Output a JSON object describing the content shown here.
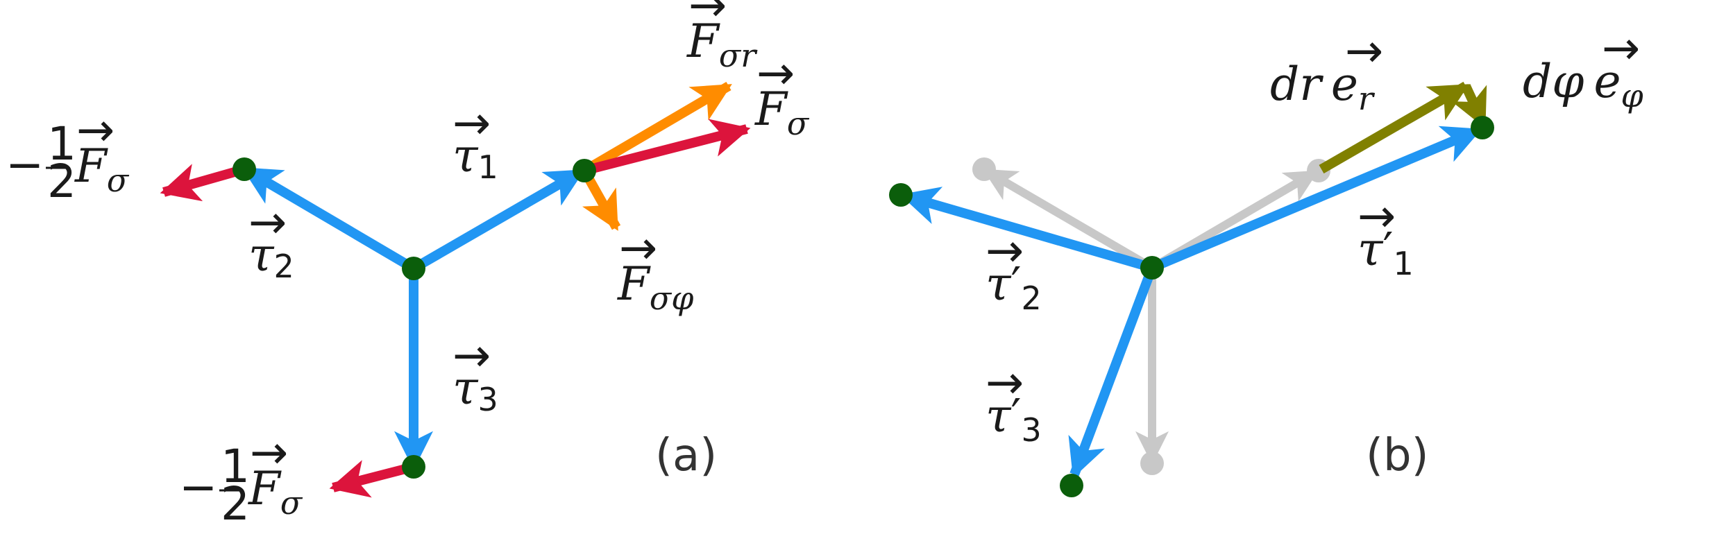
{
  "colors": {
    "tau": "#2196F3",
    "force": "#DC143C",
    "force_components": "#FF8C00",
    "displacement": "#808000",
    "ghost": "#C8C8C8",
    "node": "#0B5E0B",
    "text": "#1a1a1a"
  },
  "panel_a": {
    "label": "(a)",
    "tau1": {
      "sym": "τ",
      "sub": "1"
    },
    "tau2": {
      "sym": "τ",
      "sub": "2"
    },
    "tau3": {
      "sym": "τ",
      "sub": "3"
    },
    "f_sigma": {
      "sym": "F",
      "sub": "σ"
    },
    "f_sigma_r": {
      "sym": "F",
      "sub": "σr"
    },
    "f_sigma_phi": {
      "sym": "F",
      "sub": "σφ"
    },
    "half_force_left": {
      "prefix": "−",
      "num": "1",
      "den": "2",
      "sym": "F",
      "sub": "σ"
    },
    "half_force_bottom": {
      "prefix": "−",
      "num": "1",
      "den": "2",
      "sym": "F",
      "sub": "σ"
    }
  },
  "panel_b": {
    "label": "(b)",
    "tau1p": {
      "sym": "τ",
      "prime": "′",
      "sub": "1"
    },
    "tau2p": {
      "sym": "τ",
      "prime": "′",
      "sub": "2"
    },
    "tau3p": {
      "sym": "τ",
      "prime": "′",
      "sub": "3"
    },
    "dr_er": {
      "d": "dr",
      "sym": "e",
      "sub": "r"
    },
    "dphi_ephi": {
      "d": "dφ",
      "sym": "e",
      "sub": "φ"
    }
  }
}
